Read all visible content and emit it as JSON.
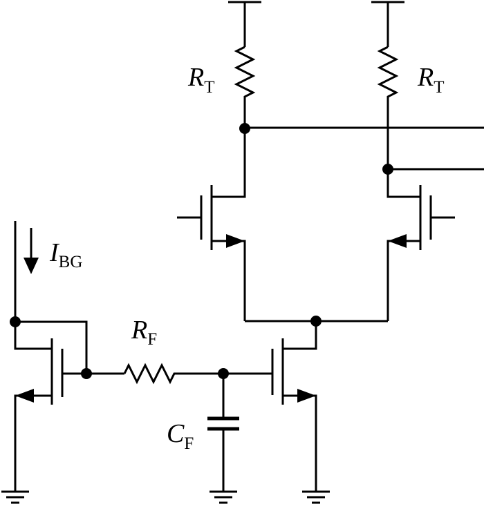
{
  "labels": {
    "rt_left": {
      "main": "R",
      "sub": "T"
    },
    "rt_right": {
      "main": "R",
      "sub": "T"
    },
    "ibg": {
      "main": "I",
      "sub": "BG"
    },
    "rf": {
      "main": "R",
      "sub": "F"
    },
    "cf": {
      "main": "C",
      "sub": "F"
    }
  }
}
